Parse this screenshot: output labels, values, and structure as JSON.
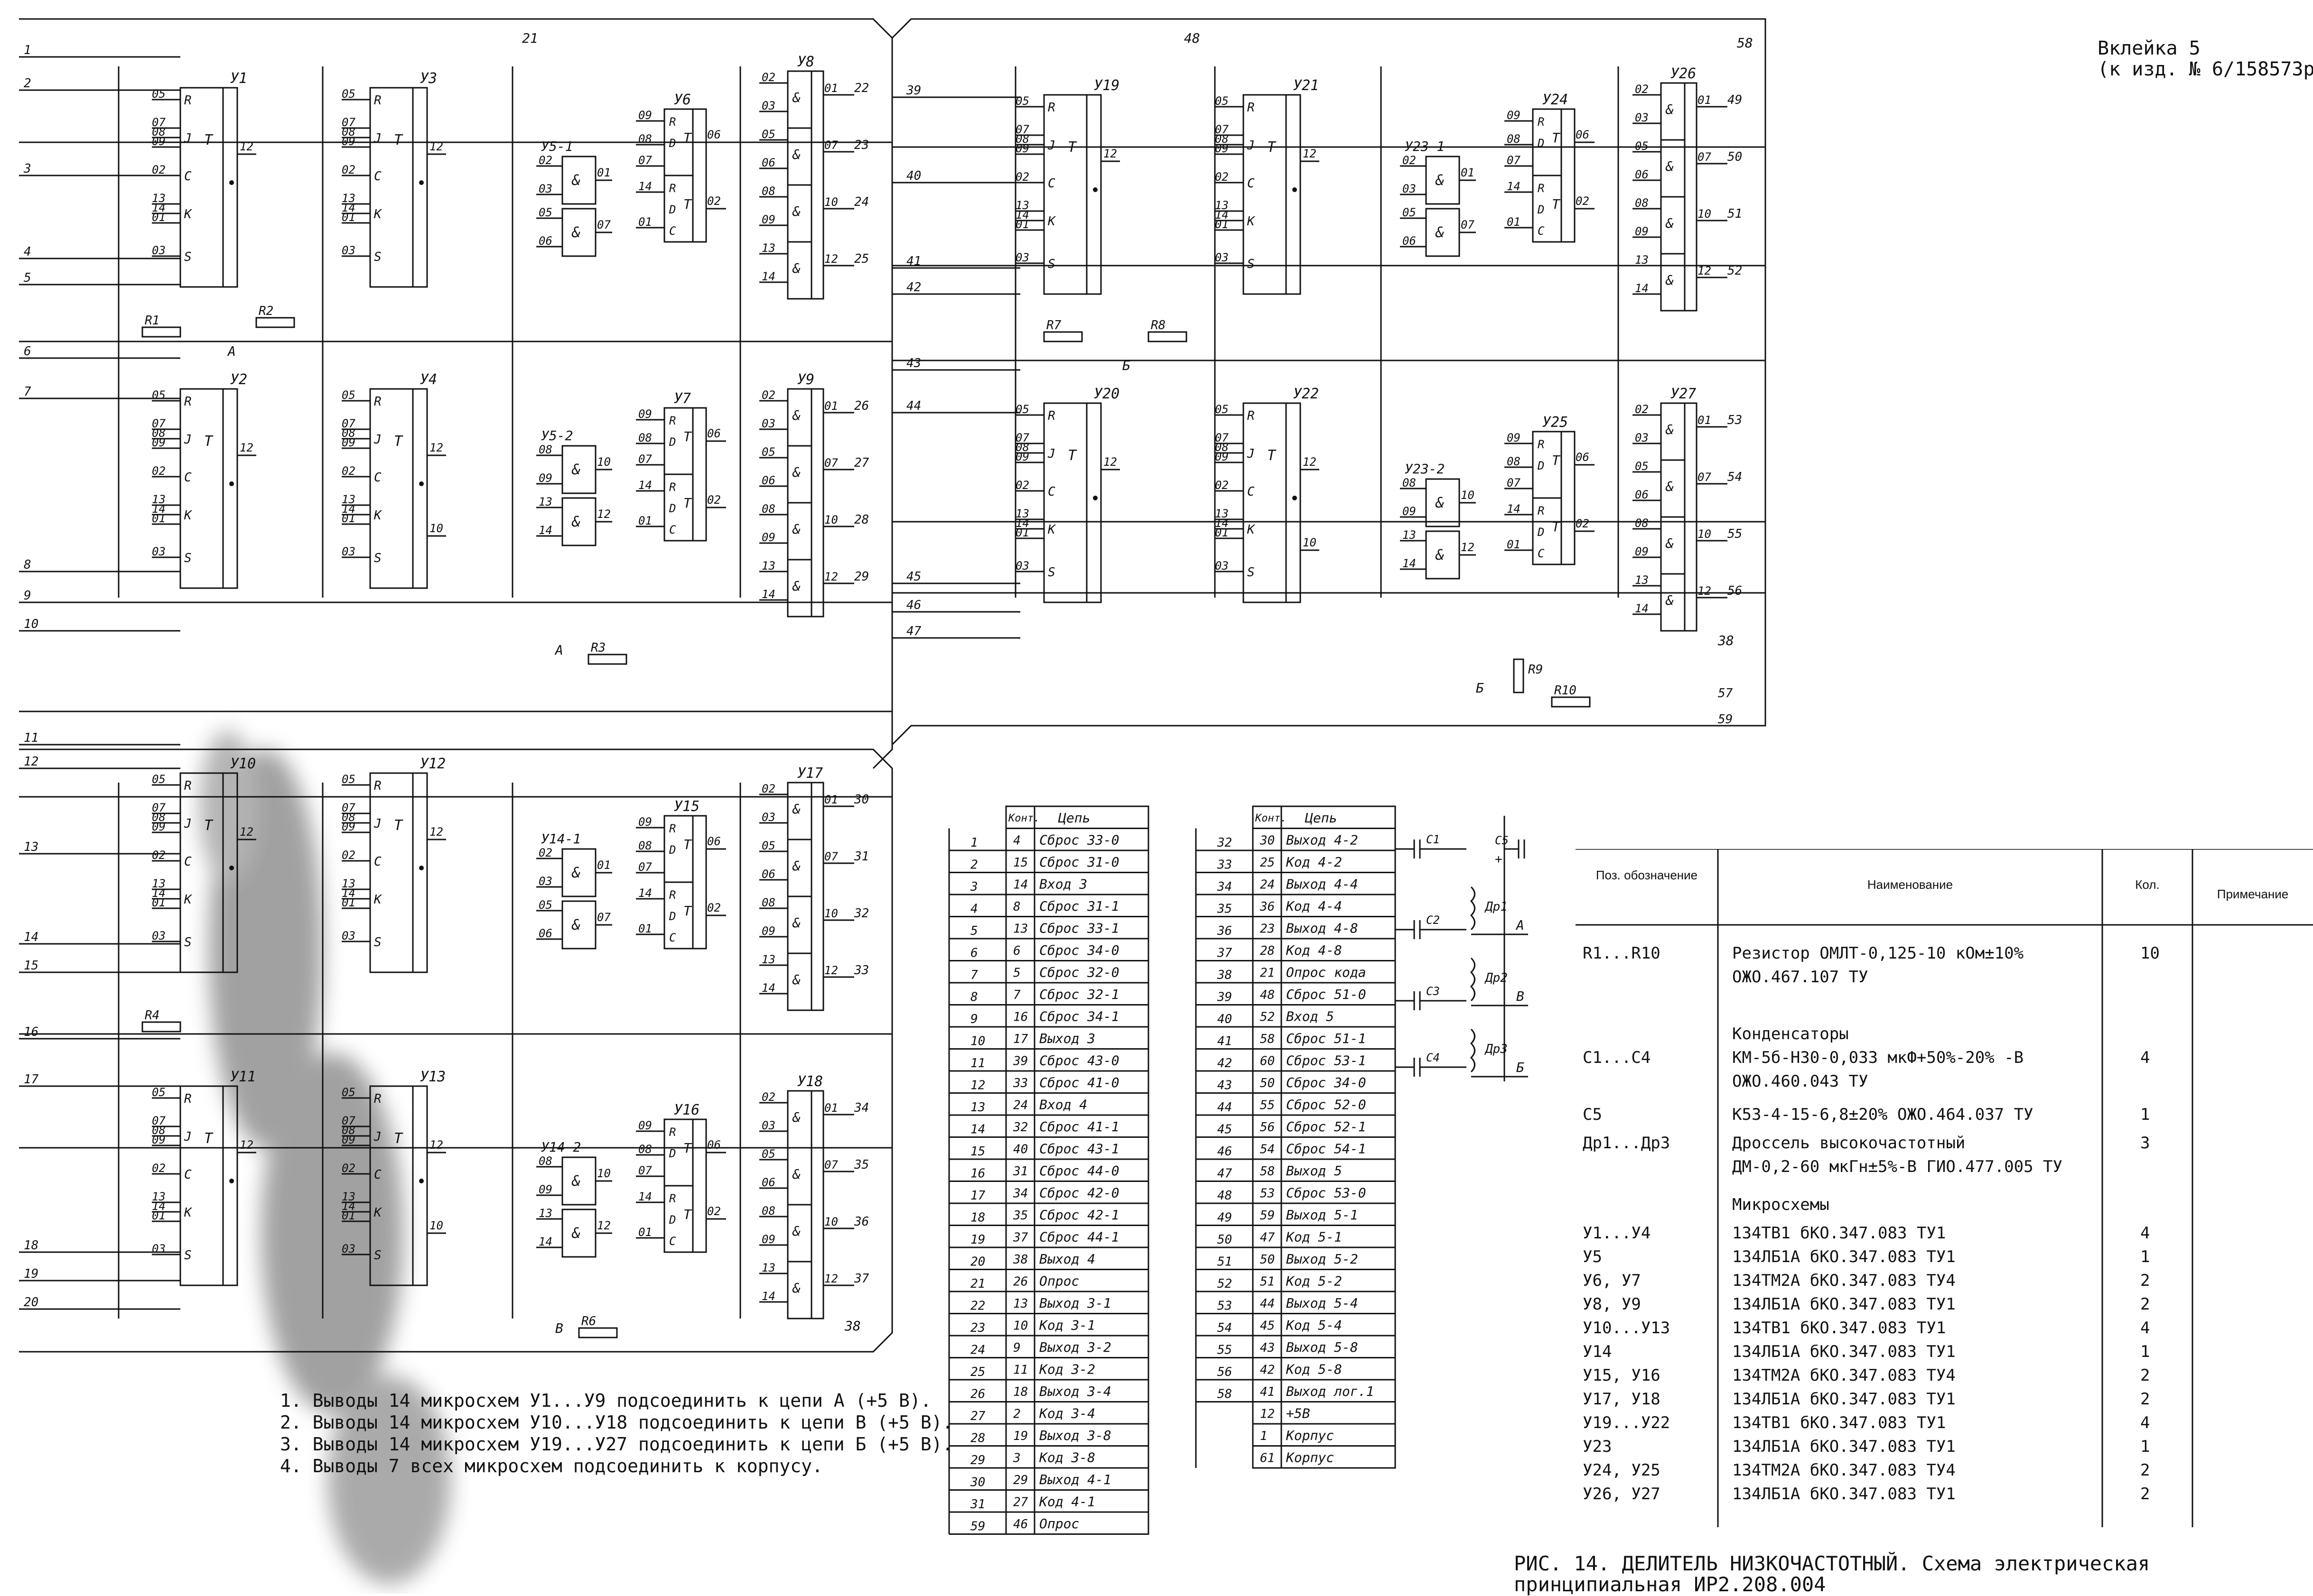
{
  "sheet_ref": {
    "line1": "Вклейка 5",
    "line2": "(к изд. № 6/158573р-П8"
  },
  "caption": "РИС. 14. ДЕЛИТЕЛЬ НИЗКОЧАСТОТНЫЙ. Схема электрическая принципиальная ИР2.208.004",
  "notes": [
    "1. Выводы 14 микросхем У1...У9 подсоединить к цепи А (+5 В).",
    "2. Выводы 14 микросхем У10...У18 подсоединить к цепи В (+5 В).",
    "3. Выводы 14 микросхем У19...У27 подсоединить к цепи Б (+5 В).",
    "4. Выводы 7 всех микросхем подсоединить к корпусу."
  ],
  "components": {
    "jk_triggers": [
      {
        "name": "У1",
        "pins_in": [
          "05",
          "07",
          "08",
          "09",
          "02",
          "13",
          "14",
          "01",
          "03"
        ],
        "out": "12"
      },
      {
        "name": "У3",
        "pins_in": [
          "05",
          "07",
          "08",
          "09",
          "02",
          "13",
          "14",
          "01",
          "03"
        ],
        "out": "12"
      },
      {
        "name": "У2",
        "pins_in": [
          "05",
          "07",
          "08",
          "09",
          "02",
          "13",
          "14",
          "01",
          "03"
        ],
        "out": "12"
      },
      {
        "name": "У4",
        "pins_in": [
          "05",
          "07",
          "08",
          "09",
          "02",
          "13",
          "14",
          "01",
          "03"
        ],
        "out": "12",
        "out2": "10"
      },
      {
        "name": "У10",
        "pins_in": [
          "05",
          "07",
          "08",
          "09",
          "02",
          "13",
          "14",
          "01",
          "03"
        ],
        "out": "12"
      },
      {
        "name": "У12",
        "pins_in": [
          "05",
          "07",
          "08",
          "09",
          "02",
          "13",
          "14",
          "01",
          "03"
        ],
        "out": "12"
      },
      {
        "name": "У11",
        "pins_in": [
          "05",
          "07",
          "08",
          "09",
          "02",
          "13",
          "14",
          "01",
          "03"
        ],
        "out": "12"
      },
      {
        "name": "У13",
        "pins_in": [
          "05",
          "07",
          "08",
          "09",
          "02",
          "13",
          "14",
          "01",
          "03"
        ],
        "out": "12",
        "out2": "10"
      },
      {
        "name": "У19",
        "pins_in": [
          "05",
          "07",
          "08",
          "09",
          "02",
          "13",
          "14",
          "01",
          "03"
        ],
        "out": "12"
      },
      {
        "name": "У21",
        "pins_in": [
          "05",
          "07",
          "08",
          "09",
          "02",
          "13",
          "14",
          "01",
          "03"
        ],
        "out": "12"
      },
      {
        "name": "У20",
        "pins_in": [
          "05",
          "07",
          "08",
          "09",
          "02",
          "13",
          "14",
          "01",
          "03"
        ],
        "out": "12"
      },
      {
        "name": "У22",
        "pins_in": [
          "05",
          "07",
          "08",
          "09",
          "02",
          "13",
          "14",
          "01",
          "03"
        ],
        "out": "12",
        "out2": "10"
      }
    ],
    "and_pairs": [
      {
        "name": "У5-1",
        "pins": [
          "02",
          "03",
          "05",
          "06"
        ],
        "outs": [
          "01",
          "07"
        ]
      },
      {
        "name": "У5-2",
        "pins": [
          "08",
          "09",
          "13",
          "14"
        ],
        "outs": [
          "10",
          "12"
        ]
      },
      {
        "name": "У14-1",
        "pins": [
          "02",
          "03",
          "05",
          "06"
        ],
        "outs": [
          "01",
          "07"
        ]
      },
      {
        "name": "У14-2",
        "pins": [
          "08",
          "09",
          "13",
          "14"
        ],
        "outs": [
          "10",
          "12"
        ]
      },
      {
        "name": "У23-1",
        "pins": [
          "02",
          "03",
          "05",
          "06"
        ],
        "outs": [
          "01",
          "07"
        ]
      },
      {
        "name": "У23-2",
        "pins": [
          "08",
          "09",
          "13",
          "14"
        ],
        "outs": [
          "10",
          "12"
        ]
      }
    ],
    "d_triggers": [
      {
        "name": "У6",
        "pins": [
          "09",
          "08",
          "07",
          "14",
          "01"
        ],
        "outs": [
          "06",
          "02"
        ]
      },
      {
        "name": "У7",
        "pins": [
          "09",
          "08",
          "07",
          "14",
          "01"
        ],
        "outs": [
          "06",
          "02"
        ]
      },
      {
        "name": "У15",
        "pins": [
          "09",
          "08",
          "07",
          "14",
          "01"
        ],
        "outs": [
          "06",
          "02"
        ]
      },
      {
        "name": "У16",
        "pins": [
          "09",
          "08",
          "07",
          "14",
          "01"
        ],
        "outs": [
          "06",
          "02"
        ]
      },
      {
        "name": "У24",
        "pins": [
          "09",
          "08",
          "07",
          "14",
          "01"
        ],
        "outs": [
          "06",
          "02"
        ]
      },
      {
        "name": "У25",
        "pins": [
          "09",
          "08",
          "07",
          "14",
          "01"
        ],
        "outs": [
          "06",
          "02"
        ]
      }
    ],
    "nand_quads": [
      {
        "name": "У8",
        "outs": [
          [
            "01",
            "22"
          ],
          [
            "07",
            "23"
          ],
          [
            "10",
            "24"
          ],
          [
            "12",
            "25"
          ]
        ]
      },
      {
        "name": "У9",
        "outs": [
          [
            "01",
            "26"
          ],
          [
            "07",
            "27"
          ],
          [
            "10",
            "28"
          ],
          [
            "12",
            "29"
          ]
        ]
      },
      {
        "name": "У17",
        "outs": [
          [
            "01",
            "30"
          ],
          [
            "07",
            "31"
          ],
          [
            "10",
            "32"
          ],
          [
            "12",
            "33"
          ]
        ]
      },
      {
        "name": "У18",
        "outs": [
          [
            "01",
            "34"
          ],
          [
            "07",
            "35"
          ],
          [
            "10",
            "36"
          ],
          [
            "12",
            "37"
          ]
        ]
      },
      {
        "name": "У26",
        "outs": [
          [
            "01",
            "49"
          ],
          [
            "07",
            "50"
          ],
          [
            "10",
            "51"
          ],
          [
            "12",
            "52"
          ]
        ]
      },
      {
        "name": "У27",
        "outs": [
          [
            "01",
            "53"
          ],
          [
            "07",
            "54"
          ],
          [
            "10",
            "55"
          ],
          [
            "12",
            "56"
          ]
        ]
      }
    ],
    "quad_pins": [
      "02",
      "03",
      "05",
      "06",
      "08",
      "09",
      "13",
      "14"
    ],
    "resistors": [
      "R1",
      "R2",
      "R3",
      "R4",
      "R6",
      "R7",
      "R8",
      "R9",
      "R10"
    ],
    "net_labels": [
      "А",
      "А",
      "В",
      "В",
      "Б",
      "Б",
      "Б"
    ],
    "caps": [
      "C1",
      "C2",
      "C3",
      "C4",
      "C5"
    ],
    "chokes": [
      "Др1",
      "Др2",
      "Др3"
    ],
    "choke_nets": [
      "А",
      "В",
      "Б"
    ],
    "plus_sign": "+",
    "bus_labels_left": [
      "1",
      "2",
      "3",
      "4",
      "5",
      "6",
      "7",
      "8",
      "9",
      "10",
      "11",
      "12",
      "13",
      "14",
      "15",
      "16",
      "17",
      "18",
      "19",
      "20"
    ],
    "bus_labels_mid": [
      "39",
      "40",
      "41",
      "42",
      "43",
      "44",
      "45",
      "46",
      "47"
    ],
    "bus_labels_right": [
      "57",
      "59"
    ],
    "bus_top": [
      "21",
      "48",
      "58"
    ],
    "bus_bottom": [
      "38",
      "38"
    ],
    "trig_labels": {
      "R": "R",
      "J": "J",
      "C": "C",
      "K": "K",
      "S": "S",
      "T": "T",
      "D": "D",
      "and": "&"
    }
  },
  "connector_left": {
    "header": [
      "Конт.",
      "Цепь"
    ],
    "rows": [
      [
        "1",
        "4",
        "Сброс 33-0"
      ],
      [
        "2",
        "15",
        "Сброс 31-0"
      ],
      [
        "3",
        "14",
        "Вход 3"
      ],
      [
        "4",
        "8",
        "Сброс 31-1"
      ],
      [
        "5",
        "13",
        "Сброс 33-1"
      ],
      [
        "6",
        "6",
        "Сброс 34-0"
      ],
      [
        "7",
        "5",
        "Сброс 32-0"
      ],
      [
        "8",
        "7",
        "Сброс 32-1"
      ],
      [
        "9",
        "16",
        "Сброс 34-1"
      ],
      [
        "10",
        "17",
        "Выход 3"
      ],
      [
        "11",
        "39",
        "Сброс 43-0"
      ],
      [
        "12",
        "33",
        "Сброс 41-0"
      ],
      [
        "13",
        "24",
        "Вход 4"
      ],
      [
        "14",
        "32",
        "Сброс 41-1"
      ],
      [
        "15",
        "40",
        "Сброс 43-1"
      ],
      [
        "16",
        "31",
        "Сброс 44-0"
      ],
      [
        "17",
        "34",
        "Сброс 42-0"
      ],
      [
        "18",
        "35",
        "Сброс 42-1"
      ],
      [
        "19",
        "37",
        "Сброс 44-1"
      ],
      [
        "20",
        "38",
        "Выход 4"
      ],
      [
        "21",
        "26",
        "Опрос"
      ],
      [
        "22",
        "13",
        "Выход 3-1"
      ],
      [
        "23",
        "10",
        "Код 3-1"
      ],
      [
        "24",
        "9",
        "Выход 3-2"
      ],
      [
        "25",
        "11",
        "Код 3-2"
      ],
      [
        "26",
        "18",
        "Выход 3-4"
      ],
      [
        "27",
        "2",
        "Код 3-4"
      ],
      [
        "28",
        "19",
        "Выход 3-8"
      ],
      [
        "29",
        "3",
        "Код 3-8"
      ],
      [
        "30",
        "29",
        "Выход 4-1"
      ],
      [
        "31",
        "27",
        "Код 4-1"
      ],
      [
        "59",
        "46",
        "Опрос"
      ]
    ]
  },
  "connector_right": {
    "header": [
      "Конт.",
      "Цепь"
    ],
    "rows": [
      [
        "32",
        "30",
        "Выход 4-2"
      ],
      [
        "33",
        "25",
        "Код 4-2"
      ],
      [
        "34",
        "24",
        "Выход 4-4"
      ],
      [
        "35",
        "36",
        "Код 4-4"
      ],
      [
        "36",
        "23",
        "Выход 4-8"
      ],
      [
        "37",
        "28",
        "Код 4-8"
      ],
      [
        "38",
        "21",
        "Опрос кода"
      ],
      [
        "39",
        "48",
        "Сброс 51-0"
      ],
      [
        "40",
        "52",
        "Вход 5"
      ],
      [
        "41",
        "58",
        "Сброс 51-1"
      ],
      [
        "42",
        "60",
        "Сброс 53-1"
      ],
      [
        "43",
        "50",
        "Сброс 34-0"
      ],
      [
        "44",
        "55",
        "Сброс 52-0"
      ],
      [
        "45",
        "56",
        "Сброс 52-1"
      ],
      [
        "46",
        "54",
        "Сброс 54-1"
      ],
      [
        "47",
        "58",
        "Выход 5"
      ],
      [
        "48",
        "53",
        "Сброс 53-0"
      ],
      [
        "49",
        "59",
        "Выход 5-1"
      ],
      [
        "50",
        "47",
        "Код 5-1"
      ],
      [
        "51",
        "50",
        "Выход 5-2"
      ],
      [
        "52",
        "51",
        "Код 5-2"
      ],
      [
        "53",
        "44",
        "Выход 5-4"
      ],
      [
        "54",
        "45",
        "Код 5-4"
      ],
      [
        "55",
        "43",
        "Выход 5-8"
      ],
      [
        "56",
        "42",
        "Код 5-8"
      ],
      [
        "58",
        "41",
        "Выход лог.1"
      ],
      [
        "",
        "12",
        "+5В"
      ],
      [
        "",
        "1",
        "Корпус"
      ],
      [
        "",
        "61",
        "Корпус"
      ]
    ]
  },
  "spec_table": {
    "headers": {
      "pos": "Поз. обозначение",
      "name": "Наименование",
      "qty": "Кол.",
      "note": "Примечание"
    },
    "rows": [
      {
        "pos": "R1...R10",
        "name": "Резистор ОМЛТ-0,125-10 кОм±10%",
        "qty": "10"
      },
      {
        "pos": "",
        "name": "ОЖО.467.107 ТУ",
        "qty": ""
      },
      {
        "pos": "",
        "name": "Конденсаторы",
        "qty": ""
      },
      {
        "pos": "C1...C4",
        "name": "КМ-5б-Н30-0,033 мкФ+50%-20% -В",
        "qty": "4"
      },
      {
        "pos": "",
        "name": "ОЖО.460.043 ТУ",
        "qty": ""
      },
      {
        "pos": "C5",
        "name": "К53-4-15-6,8±20% ОЖО.464.037 ТУ",
        "qty": "1"
      },
      {
        "pos": "Др1...Др3",
        "name": "Дроссель высокочастотный",
        "qty": "3"
      },
      {
        "pos": "",
        "name": "ДМ-0,2-60 мкГн±5%-В ГИО.477.005 ТУ",
        "qty": ""
      },
      {
        "pos": "",
        "name": "Микросхемы",
        "qty": ""
      },
      {
        "pos": "У1...У4",
        "name": "134ТВ1 бКО.347.083 ТУ1",
        "qty": "4"
      },
      {
        "pos": "У5",
        "name": "134ЛБ1А бКО.347.083 ТУ1",
        "qty": "1"
      },
      {
        "pos": "У6, У7",
        "name": "134ТМ2А бКО.347.083 ТУ4",
        "qty": "2"
      },
      {
        "pos": "У8, У9",
        "name": "134ЛБ1А бКО.347.083 ТУ1",
        "qty": "2"
      },
      {
        "pos": "У10...У13",
        "name": "134ТВ1 бКО.347.083 ТУ1",
        "qty": "4"
      },
      {
        "pos": "У14",
        "name": "134ЛБ1А бКО.347.083 ТУ1",
        "qty": "1"
      },
      {
        "pos": "У15, У16",
        "name": "134ТМ2А бКО.347.083 ТУ4",
        "qty": "2"
      },
      {
        "pos": "У17, У18",
        "name": "134ЛБ1А бКО.347.083 ТУ1",
        "qty": "2"
      },
      {
        "pos": "У19...У22",
        "name": "134ТВ1 бКО.347.083 ТУ1",
        "qty": "4"
      },
      {
        "pos": "У23",
        "name": "134ЛБ1А бКО.347.083 ТУ1",
        "qty": "1"
      },
      {
        "pos": "У24, У25",
        "name": "134ТМ2А бКО.347.083 ТУ4",
        "qty": "2"
      },
      {
        "pos": "У26, У27",
        "name": "134ЛБ1А бКО.347.083 ТУ1",
        "qty": "2"
      }
    ]
  },
  "colors": {
    "ink": "#111111",
    "paper": "#ffffff",
    "stain": "#555555"
  }
}
